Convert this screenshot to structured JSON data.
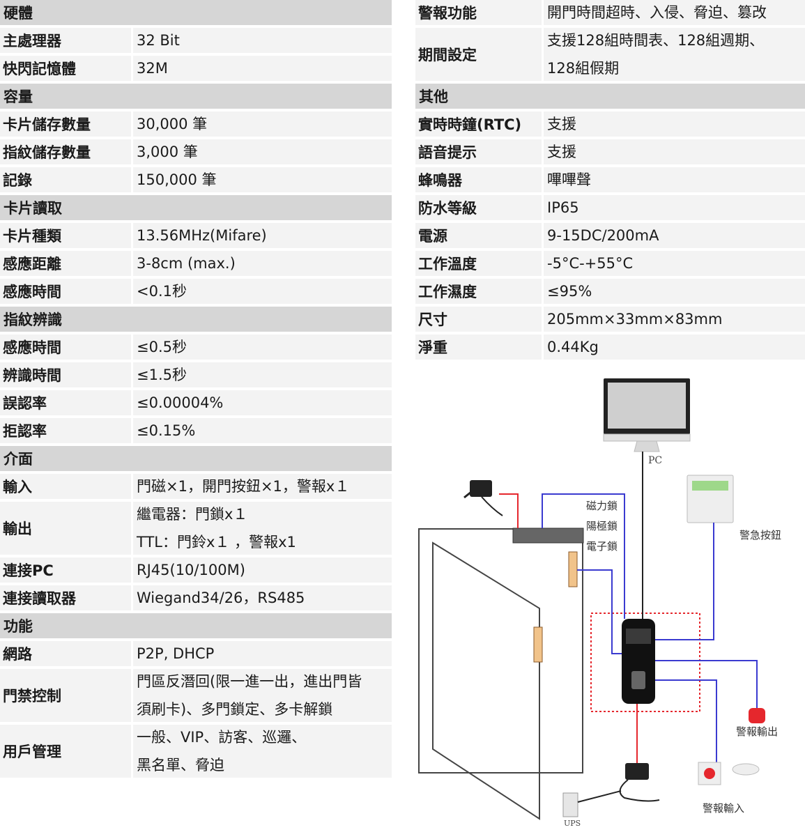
{
  "left": [
    {
      "type": "section",
      "label": "硬體"
    },
    {
      "label": "主處理器",
      "value": [
        "32 Bit"
      ]
    },
    {
      "label": "快閃記憶體",
      "value": [
        "32M"
      ]
    },
    {
      "type": "section",
      "label": "容量"
    },
    {
      "label": "卡片儲存數量",
      "value": [
        "30,000 筆"
      ]
    },
    {
      "label": "指紋儲存數量",
      "value": [
        "3,000 筆"
      ]
    },
    {
      "label": "記錄",
      "value": [
        "150,000 筆"
      ]
    },
    {
      "type": "section",
      "label": "卡片讀取"
    },
    {
      "label": "卡片種類",
      "value": [
        "13.56MHz(Mifare)"
      ]
    },
    {
      "label": "感應距離",
      "value": [
        "3-8cm (max.)"
      ]
    },
    {
      "label": "感應時間",
      "value": [
        "<0.1秒"
      ]
    },
    {
      "type": "section",
      "label": "指紋辨識"
    },
    {
      "label": "感應時間",
      "value": [
        "≤0.5秒"
      ]
    },
    {
      "label": "辨識時間",
      "value": [
        "≤1.5秒"
      ]
    },
    {
      "label": "誤認率",
      "value": [
        "≤0.00004%"
      ]
    },
    {
      "label": "拒認率",
      "value": [
        "≤0.15%"
      ]
    },
    {
      "type": "section",
      "label": "介面"
    },
    {
      "label": "輸入",
      "value": [
        "門磁×1，開門按鈕×1，警報x１"
      ]
    },
    {
      "label": "輸出",
      "value": [
        "繼電器：門鎖x１",
        "TTL：門鈴x１ ，警報x1"
      ]
    },
    {
      "label": "連接PC",
      "value": [
        "RJ45(10/100M)"
      ]
    },
    {
      "label": "連接讀取器",
      "value": [
        "Wiegand34/26，RS485"
      ]
    },
    {
      "type": "section",
      "label": "功能"
    },
    {
      "label": "網路",
      "value": [
        "P2P, DHCP"
      ]
    },
    {
      "label": "門禁控制",
      "value": [
        "門區反潛回(限一進一出，進出門皆",
        "須刷卡)、多門鎖定、多卡解鎖"
      ]
    },
    {
      "label": "用戶管理",
      "value": [
        "一般、VIP、訪客、巡邏、",
        "黑名單、脅迫"
      ]
    }
  ],
  "right": [
    {
      "label": "警報功能",
      "value": [
        "開門時間超時、入侵、脅迫、篡改"
      ]
    },
    {
      "label": "期間設定",
      "value": [
        "支援128組時間表、128組週期、",
        "128組假期"
      ]
    },
    {
      "type": "section",
      "label": "其他"
    },
    {
      "label": "實時時鐘(RTC)",
      "value": [
        "支援"
      ]
    },
    {
      "label": "語音提示",
      "value": [
        "支援"
      ]
    },
    {
      "label": "蜂鳴器",
      "value": [
        "嗶嗶聲"
      ]
    },
    {
      "label": "防水等級",
      "value": [
        "IP65"
      ]
    },
    {
      "label": "電源",
      "value": [
        "9-15DC/200mA"
      ]
    },
    {
      "label": "工作溫度",
      "value": [
        "-5°C-+55°C"
      ]
    },
    {
      "label": "工作濕度",
      "value": [
        "≤95%"
      ]
    },
    {
      "label": "尺寸",
      "value": [
        "205mm×33mm×83mm"
      ]
    },
    {
      "label": "淨重",
      "value": [
        "0.44Kg"
      ]
    }
  ],
  "diagram": {
    "pc": "PC",
    "lock_1": "磁力鎖",
    "lock_2": "陽極鎖",
    "lock_3": "電子鎖",
    "exit_button": "警急按鈕",
    "alarm_output": "警報輸出",
    "alarm_input": "警報輸入",
    "ups": "UPS",
    "colors": {
      "red": "#e5272d",
      "blue": "#3a3ad0",
      "black": "#222222"
    }
  }
}
